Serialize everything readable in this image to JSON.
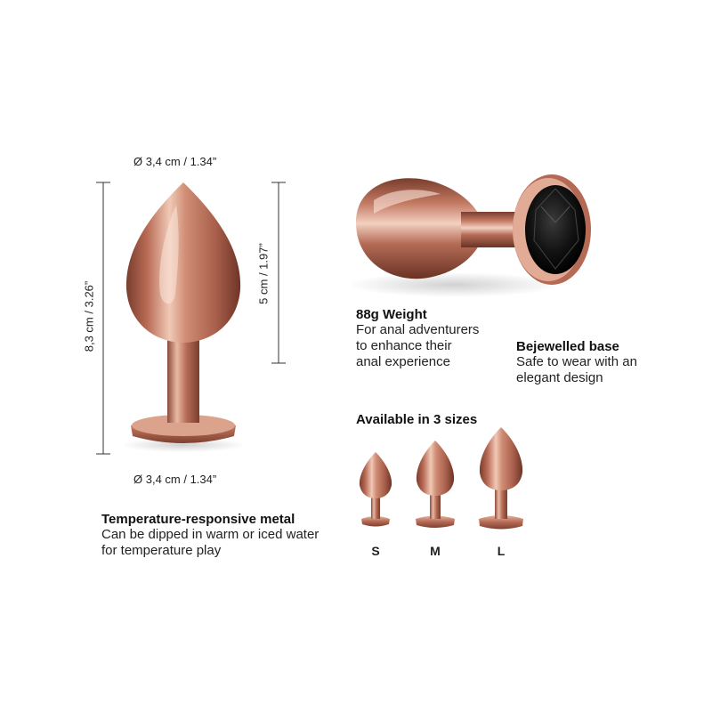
{
  "dimensions": {
    "top_diameter": "Ø 3,4 cm / 1.34”",
    "bottom_diameter": "Ø 3,4 cm / 1.34”",
    "total_length": "8,3 cm / 3.26”",
    "insertable_length": "5 cm / 1.97”"
  },
  "features": {
    "weight": {
      "title": "88g Weight",
      "lines": [
        "For anal adventurers",
        "to enhance their",
        "anal experience"
      ]
    },
    "base": {
      "title": "Bejewelled base",
      "lines": [
        "Safe to wear with an",
        "elegant design"
      ]
    },
    "metal": {
      "title": "Temperature-responsive metal",
      "lines": [
        "Can be dipped in warm or iced water",
        "for temperature play"
      ]
    }
  },
  "sizes": {
    "title": "Available in 3 sizes",
    "items": [
      "S",
      "M",
      "L"
    ]
  },
  "colors": {
    "rose_gold_dark": "#8a4a38",
    "rose_gold_mid": "#c9826a",
    "rose_gold_light": "#f3d3c4",
    "jewel": "#111111"
  }
}
